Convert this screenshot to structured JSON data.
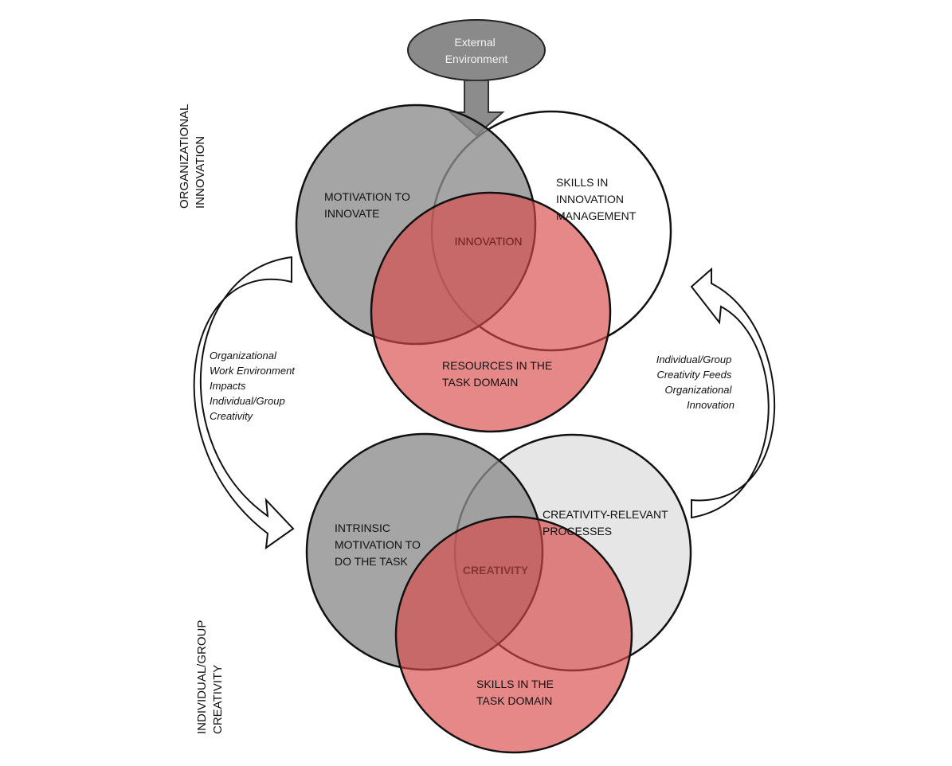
{
  "external_environment": [
    "External",
    "Environment"
  ],
  "organizational": {
    "side_label": [
      "ORGANIZATIONAL",
      "INNOVATION"
    ],
    "motivation": [
      "MOTIVATION TO",
      "INNOVATE"
    ],
    "skills": [
      "SKILLS IN",
      "INNOVATION",
      "MANAGEMENT"
    ],
    "resources": [
      "RESOURCES IN THE",
      "TASK DOMAIN"
    ],
    "center": "INNOVATION"
  },
  "individual": {
    "side_label": [
      "INDIVIDUAL/GROUP",
      "CREATIVITY"
    ],
    "motivation": [
      "INTRINSIC",
      "MOTIVATION TO",
      "DO THE TASK"
    ],
    "processes": [
      "CREATIVITY-RELEVANT",
      "PROCESSES"
    ],
    "skills": [
      "SKILLS IN THE",
      "TASK DOMAIN"
    ],
    "center": "CREATIVITY"
  },
  "arrow_left_text": [
    "Organizational",
    "Work Environment",
    "Impacts",
    "Individual/Group",
    "Creativity"
  ],
  "arrow_right_text": [
    "Individual/Group",
    "Creativity Feeds",
    "Organizational",
    "Innovation"
  ],
  "colors": {
    "dark_gray": "#8c8c8c",
    "white": "#ffffff",
    "light_gray": "#e6e6e6",
    "red": "#d94848",
    "environment": "#8a8a8a",
    "arrow": "#8c8c8c"
  }
}
